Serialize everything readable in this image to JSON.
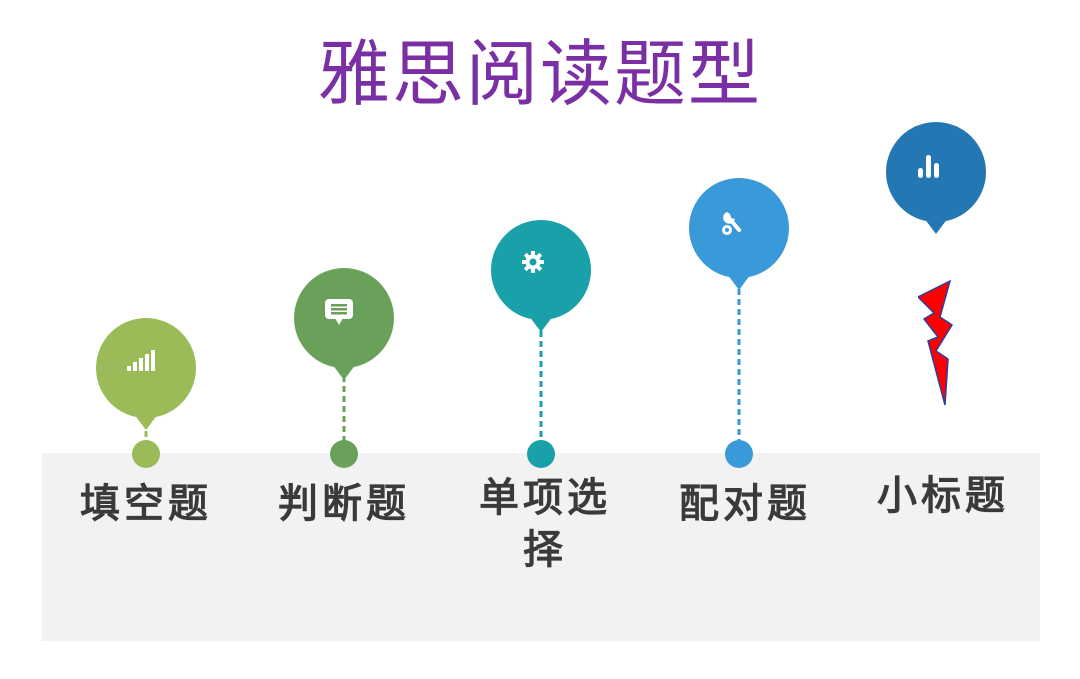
{
  "title": "雅思阅读题型",
  "steps": [
    {
      "label": "填空题",
      "color": "#9bbb59",
      "icon": "signal-bars-icon"
    },
    {
      "label": "判断题",
      "color": "#6aa15a",
      "icon": "chat-bubble-icon"
    },
    {
      "label": "单项选择",
      "color": "#1aa0a8",
      "icon": "gear-icon"
    },
    {
      "label": "配对题",
      "color": "#3a9ad9",
      "icon": "wrench-gear-icon"
    },
    {
      "label": "小标题",
      "color": "#2577b3",
      "icon": "bar-chart-icon"
    }
  ],
  "colors": {
    "title": "#7a2fa5",
    "band": "#f2f2f2",
    "bolt": "#ff0000",
    "label": "#3a3a3a"
  }
}
